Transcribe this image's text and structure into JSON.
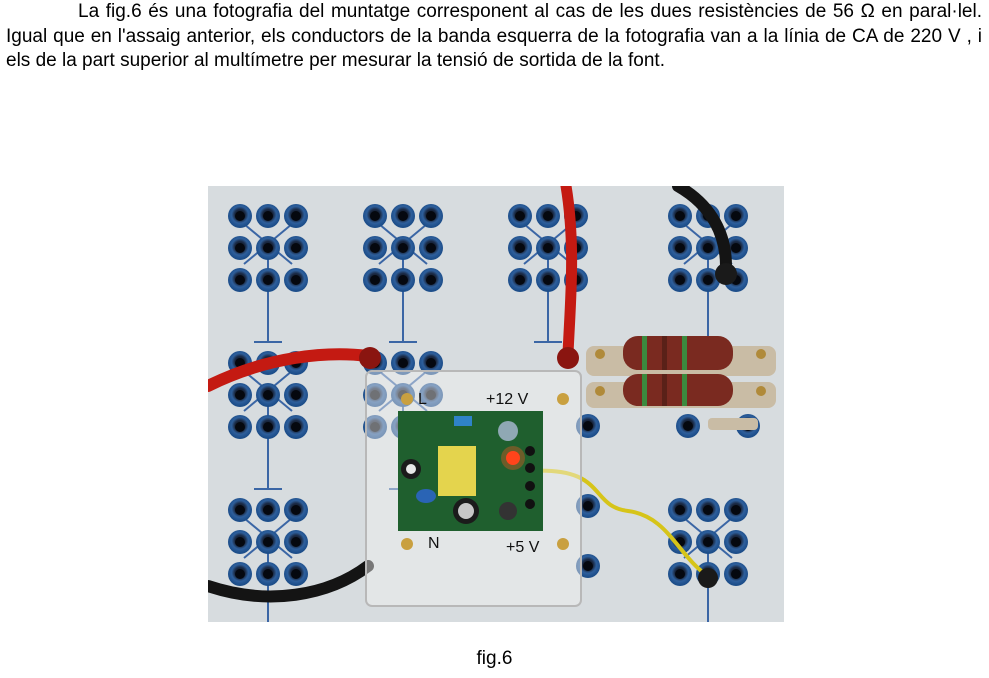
{
  "text": {
    "p1": "La fig.6 és una fotografia del muntatge corresponent al cas de les dues resistències de  56 ",
    "ohm": "Ω",
    "p2": "  en paral·lel. Igual que en l'assaig anterior, els conductors de la banda esquerra de la fotografia van a la línia de CA de  220 V , i els de la part superior al multímetre per mesurar la tensió de sortida de la font."
  },
  "figure": {
    "caption": "fig.6",
    "labels": {
      "l": "L",
      "n": "N",
      "v12": "+12 V",
      "v5": "+5 V"
    }
  }
}
